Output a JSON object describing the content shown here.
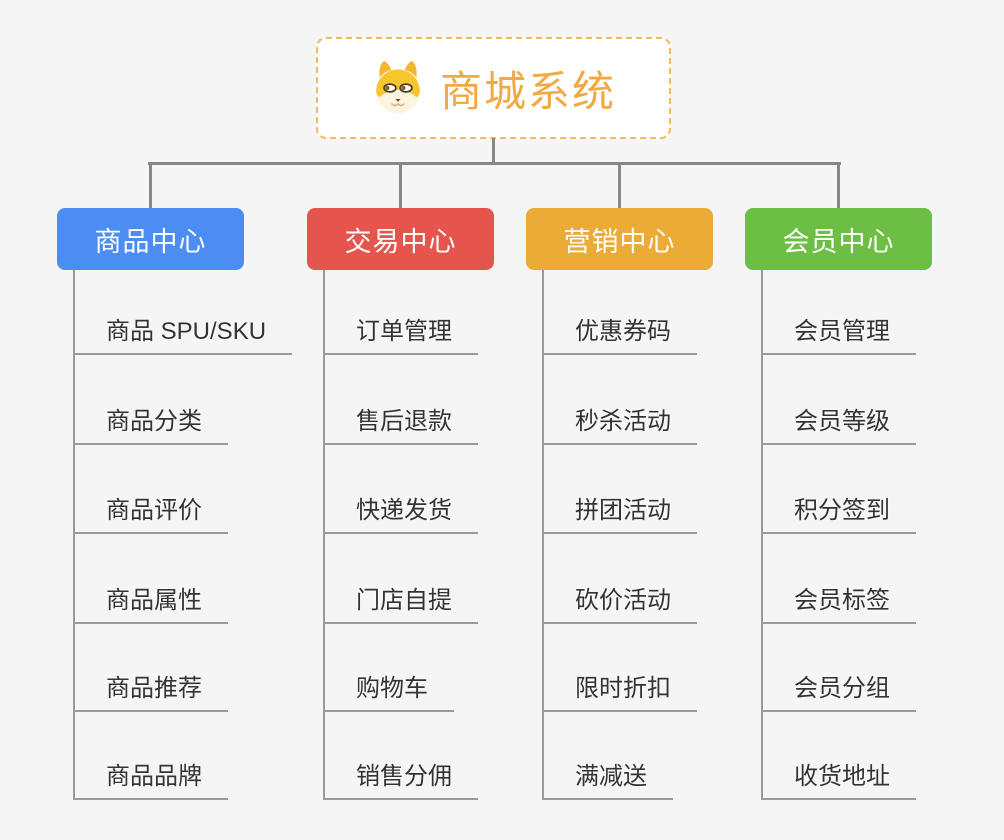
{
  "root": {
    "title": "商城系统",
    "icon": "shiba-dog-icon"
  },
  "branches": [
    {
      "label": "商品中心",
      "color": "#4b8df2",
      "items": [
        "商品 SPU/SKU",
        "商品分类",
        "商品评价",
        "商品属性",
        "商品推荐",
        "商品品牌"
      ]
    },
    {
      "label": "交易中心",
      "color": "#e5554e",
      "items": [
        "订单管理",
        "售后退款",
        "快递发货",
        "门店自提",
        "购物车",
        "销售分佣"
      ]
    },
    {
      "label": "营销中心",
      "color": "#ecaa36",
      "items": [
        "优惠券码",
        "秒杀活动",
        "拼团活动",
        "砍价活动",
        "限时折扣",
        "满减送"
      ]
    },
    {
      "label": "会员中心",
      "color": "#6cbe44",
      "items": [
        "会员管理",
        "会员等级",
        "积分签到",
        "会员标签",
        "会员分组",
        "收货地址"
      ]
    }
  ],
  "colors": {
    "background": "#f5f5f5",
    "connector": "#878787",
    "leaf_line": "#9a9a9a",
    "root_border": "#f3b860",
    "root_title": "#f2a943"
  }
}
